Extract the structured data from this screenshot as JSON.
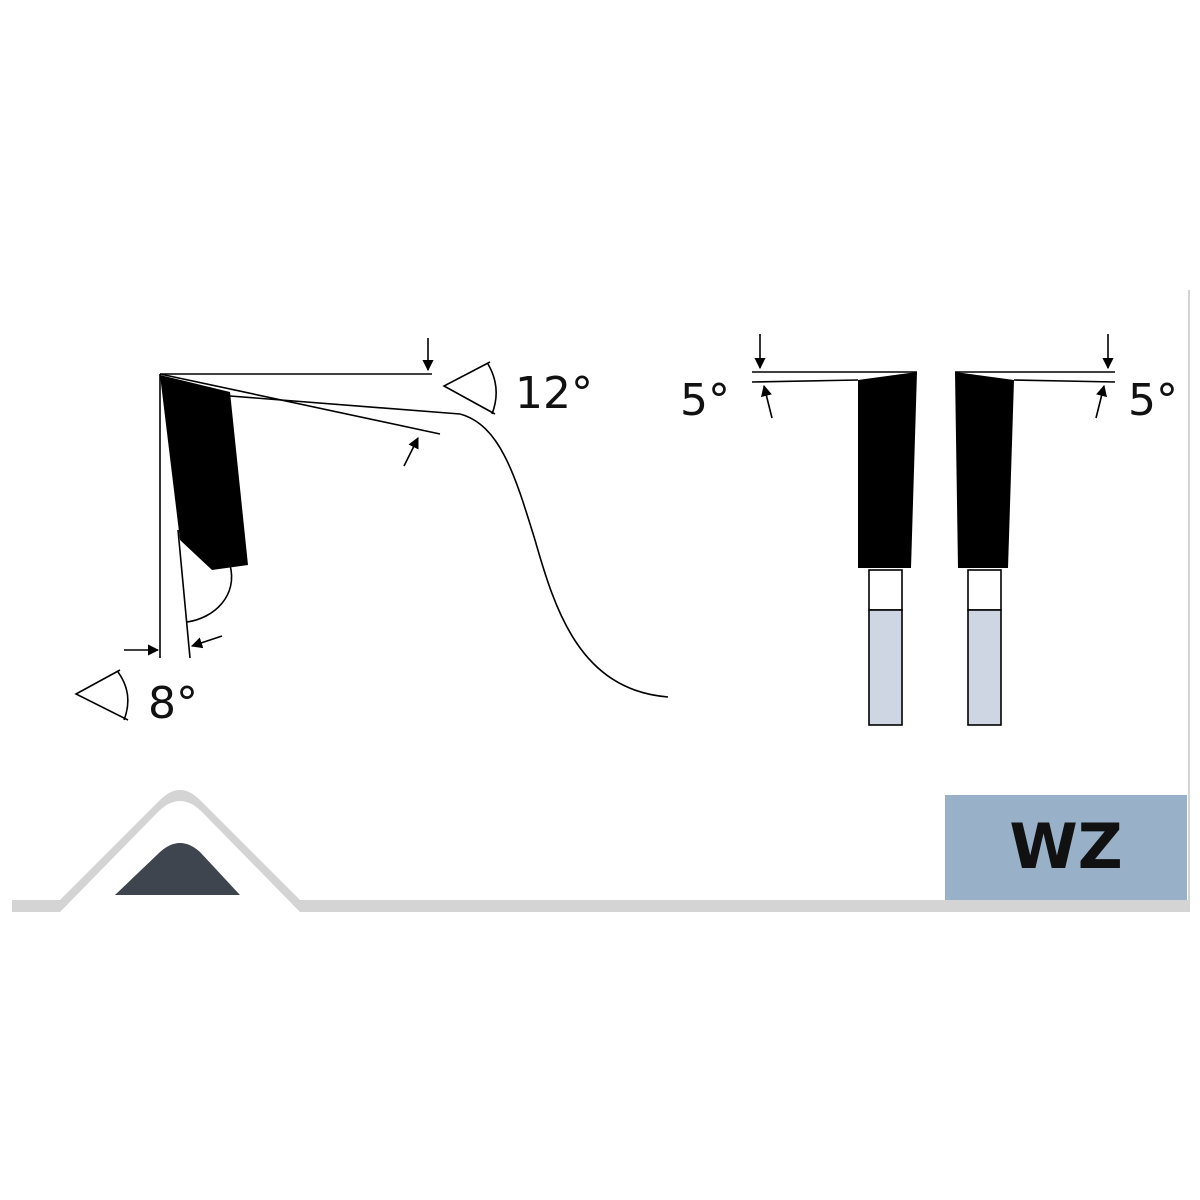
{
  "diagram": {
    "angles": {
      "clearance": "12°",
      "rake": "8°",
      "side_left": "5°",
      "side_right": "5°"
    },
    "tooth_code": "WZ"
  },
  "colors": {
    "carbide": "#000000",
    "body_fill": "#cdd6e2",
    "code_badge": "#98b1c8",
    "corner_icon": "#3f454e",
    "card_shadow": "#d4d4d4"
  }
}
